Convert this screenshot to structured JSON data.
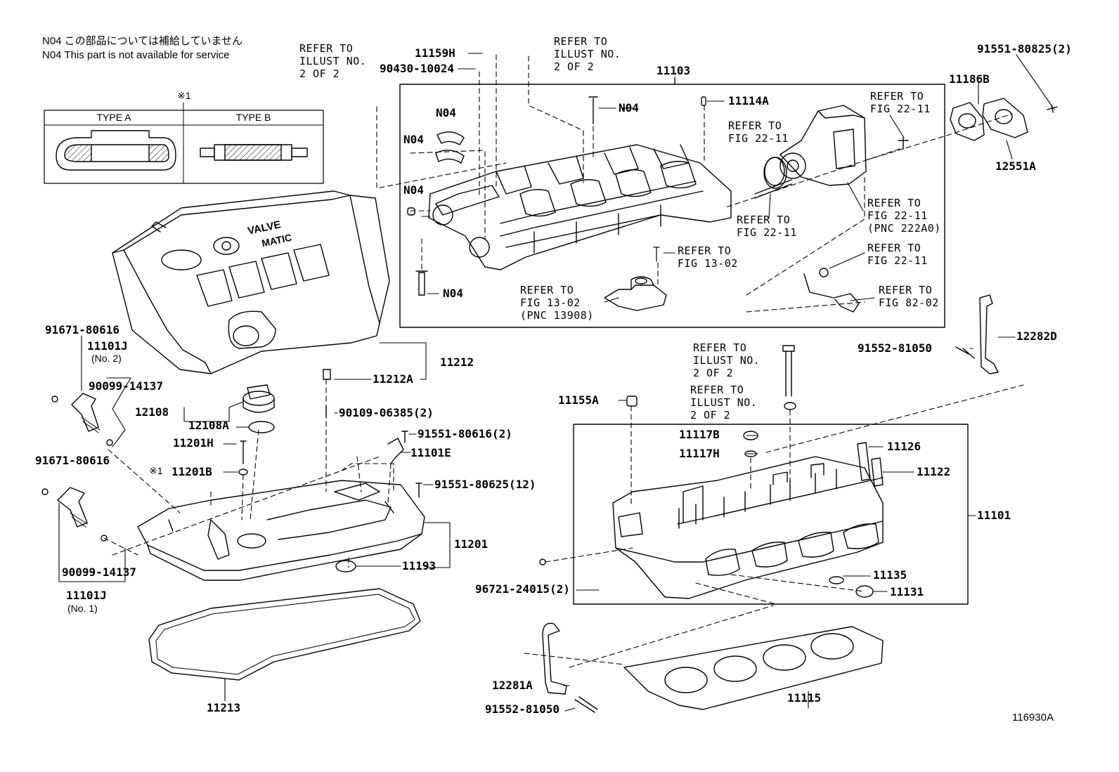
{
  "notes": {
    "jp": "N04 この部品については補給していません",
    "en": "N04 This part is not available for service"
  },
  "type_box": {
    "mark": "※1",
    "type_a": "TYPE A",
    "type_b": "TYPE B"
  },
  "diagram_id": "116930A",
  "refs": {
    "illust_2of2_a": "REFER TO\nILLUST NO.\n2 OF 2",
    "illust_2of2_b": "REFER TO\nILLUST NO.\n2 OF 2",
    "illust_2of2_c": "REFER TO\nILLUST NO.\n2 OF 2",
    "illust_2of2_d": "REFER TO\nILLUST NO.\n2 OF 2",
    "fig_22_11_a": "REFER TO\nFIG 22-11",
    "fig_22_11_b": "REFER TO\nFIG 22-11",
    "fig_22_11_c": "REFER TO\nFIG 22-11",
    "fig_22_11_d": "REFER TO\nFIG 22-11\n(PNC 222A0)",
    "fig_22_11_e": "REFER TO\nFIG 22-11",
    "fig_13_02_a": "REFER TO\nFIG 13-02",
    "fig_13_02_b": "REFER TO\nFIG 13-02\n(PNC 13908)",
    "fig_82_02": "REFER TO\nFIG 82-02"
  },
  "parts": {
    "p11159H": "11159H",
    "p90430": "90430-10024",
    "p11103": "11103",
    "p11114A": "11114A",
    "n04_a": "N04",
    "n04_b": "N04",
    "n04_c": "N04",
    "n04_d": "N04",
    "n04_e": "N04",
    "p11186B": "11186B",
    "p91551_825": "91551-80825(2)",
    "p12551A": "12551A",
    "p91671_a": "91671-80616",
    "p11101J_2": "11101J",
    "p11101J_2_sub": "(No. 2)",
    "p90099_a": "90099-14137",
    "p11212": "11212",
    "p11212A": "11212A",
    "p12108": "12108",
    "p12108A": "12108A",
    "p90109": "90109-06385(2)",
    "p91551_616": "91551-80616(2)",
    "p11201H": "11201H",
    "p11101E": "11101E",
    "p11201B_mark": "※1",
    "p11201B": "11201B",
    "p91551_625": "91551-80625(12)",
    "p91671_b": "91671-80616",
    "p11201": "11201",
    "p11193": "11193",
    "p90099_b": "90099-14137",
    "p11101J_1": "11101J",
    "p11101J_1_sub": "(No. 1)",
    "p11213": "11213",
    "p91552_a": "91552-81050",
    "p12282D": "12282D",
    "p11155A": "11155A",
    "p11117B": "11117B",
    "p11117H": "11117H",
    "p11126": "11126",
    "p11122": "11122",
    "p11101": "11101",
    "p96721": "96721-24015(2)",
    "p11135": "11135",
    "p11131": "11131",
    "p12281A": "12281A",
    "p91552_b": "91552-81050",
    "p11115": "11115"
  },
  "cover_logo": {
    "line1": "VALVE",
    "line2": "MATIC"
  }
}
